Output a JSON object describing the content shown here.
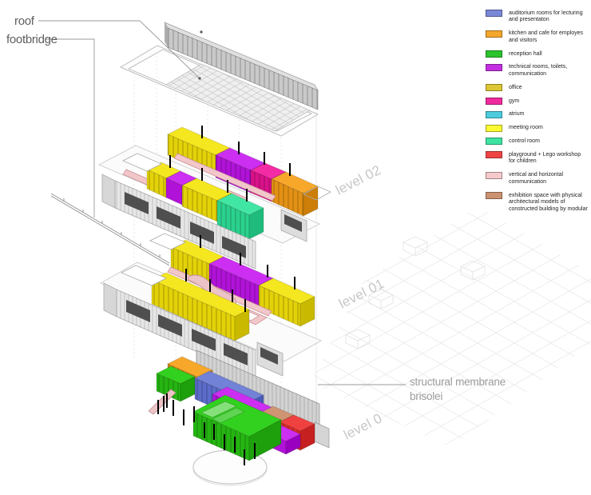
{
  "legend": {
    "items": [
      {
        "label": "auditorium rooms for lecturing and presentaton",
        "color": "#7b87d7"
      },
      {
        "label": "kitchen and cafe for employes and visitors",
        "color": "#f4a72d"
      },
      {
        "label": "reception hall",
        "color": "#2dc32d"
      },
      {
        "label": "technical rooms, toilets, communication",
        "color": "#c32fe0"
      },
      {
        "label": "office",
        "color": "#ddc734"
      },
      {
        "label": "gym",
        "color": "#ef2a9d"
      },
      {
        "label": "atrium",
        "color": "#4cccdd"
      },
      {
        "label": "meeting room",
        "color": "#fbfb32"
      },
      {
        "label": "control room",
        "color": "#3fe3a1"
      },
      {
        "label": "playground + Lego workshop for children",
        "color": "#ef4444"
      },
      {
        "label": "vertical and horizontal communication",
        "color": "#f5c9cc"
      },
      {
        "label": "exhibition space with physical architectural models of constructed building by modular",
        "color": "#cb9271"
      }
    ]
  },
  "annotations": {
    "roof": "roof",
    "footbridge": "footbridge",
    "level_02": "level 02",
    "level_01": "level 01",
    "level_0": "level 0",
    "membrane": "structural membrane",
    "brisolei": "brisolei"
  }
}
